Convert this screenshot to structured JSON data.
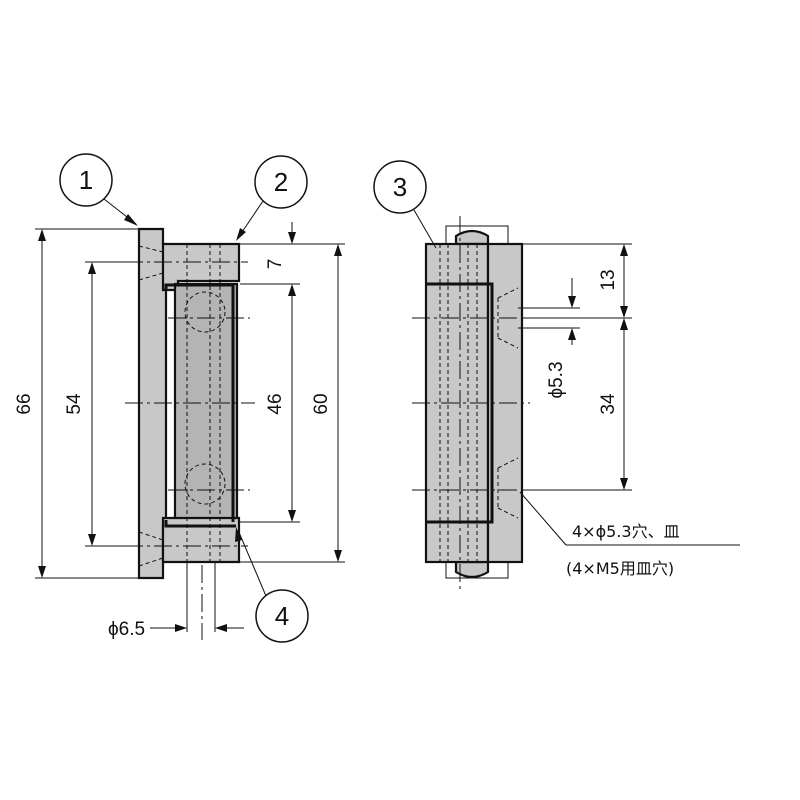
{
  "callouts": {
    "c1": "1",
    "c2": "2",
    "c3": "3",
    "c4": "4"
  },
  "dimensions": {
    "d66": "66",
    "d54": "54",
    "d46": "46",
    "d60": "60",
    "d7": "7",
    "d65": "ϕ6.5",
    "d13": "13",
    "d53": "ϕ5.3",
    "d34": "34"
  },
  "notes": {
    "hole_spec": "4×ϕ5.3穴、皿",
    "screw_spec": "(4×M5用皿穴)"
  }
}
